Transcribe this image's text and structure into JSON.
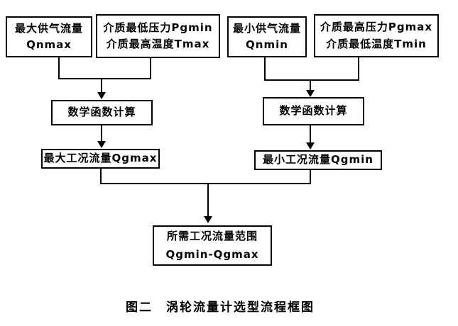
{
  "diagram": {
    "caption": "图二　涡轮流量计选型流程框图",
    "nodes": {
      "qnmax": {
        "text": "最大供气流量\nQnmax"
      },
      "pgmin_tmax": {
        "text": "介质最低压力Pgmin\n介质最高温度Tmax"
      },
      "qnmin": {
        "text": "最小供气流量\nQnmin"
      },
      "pgmax_tmin": {
        "text": "介质最高压力Pgmax\n介质最低温度Tmin"
      },
      "math_left": {
        "text": "数学函数计算"
      },
      "math_right": {
        "text": "数学函数计算"
      },
      "qgmax": {
        "text": "最大工况流量Qgmax"
      },
      "qgmin": {
        "text": "最小工况流量Qgmin"
      },
      "result": {
        "text": "所需工况流量范围\nQgmin-Qgmax"
      }
    },
    "colors": {
      "background": "#ffffff",
      "line": "#000000",
      "text": "#000000"
    }
  }
}
